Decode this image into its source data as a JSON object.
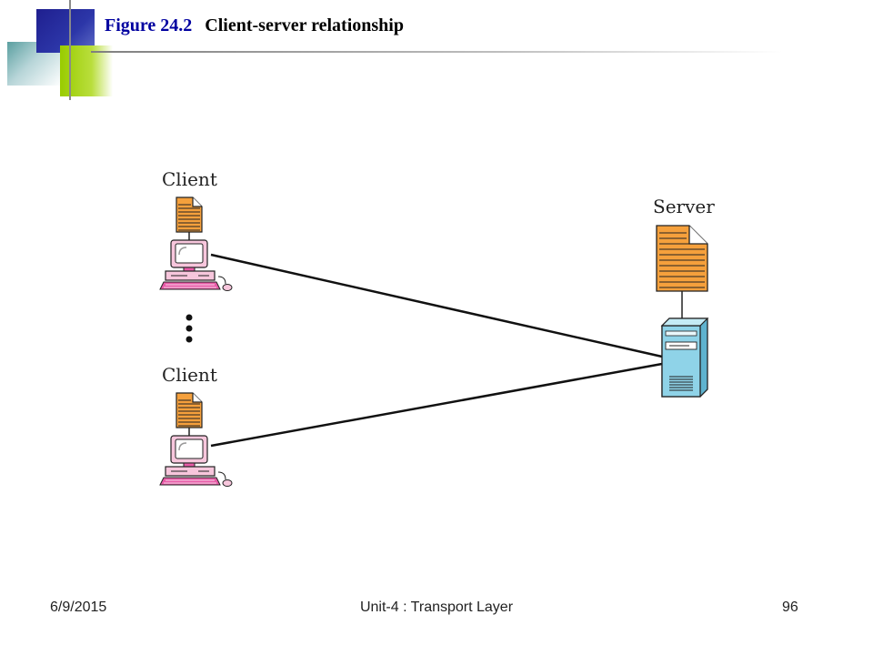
{
  "slide": {
    "title_number": "Figure 24.2",
    "title_text": "Client-server relationship"
  },
  "diagram": {
    "client_label_1": "Client",
    "client_label_2": "Client",
    "server_label": "Server",
    "ellipsis": "⋮"
  },
  "footer": {
    "date": "6/9/2015",
    "center": "Unit-4 : Transport Layer",
    "page": "96"
  },
  "colors": {
    "title_blue": "#0000a0",
    "document_orange": "#f5a03c",
    "computer_pink": "#e85aa7",
    "server_cyan": "#8fd3e8"
  }
}
